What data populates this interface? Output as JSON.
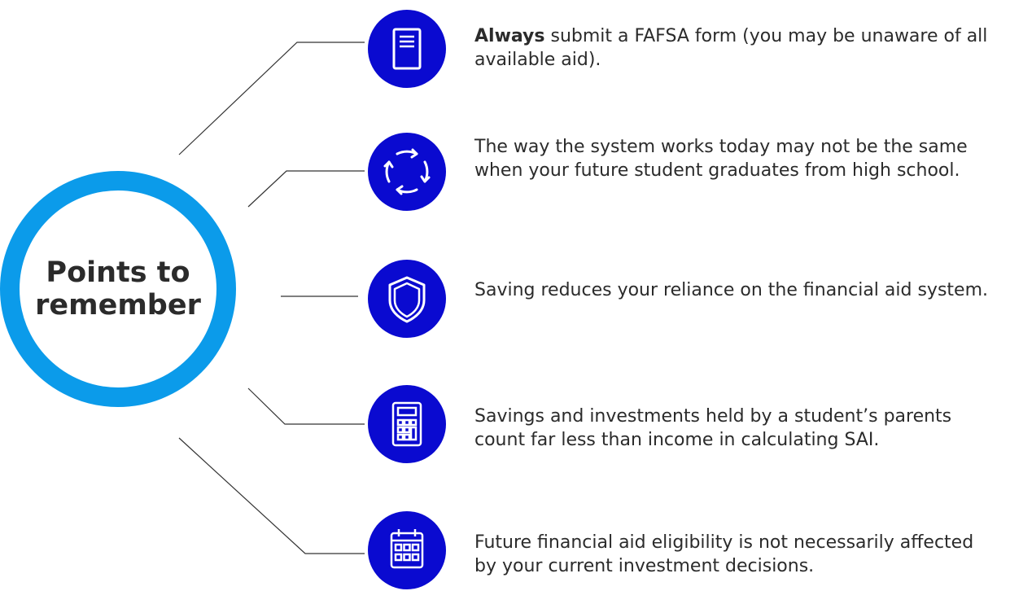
{
  "center": {
    "title": "Points to\nremember"
  },
  "points": [
    {
      "icon": "document-icon",
      "bold": "Always",
      "text": " submit a FAFSA form (you may be unaware of all available aid)."
    },
    {
      "icon": "cycle-arrows-icon",
      "bold": "",
      "text": "The way the system works today may not be the same when your future student graduates from high school."
    },
    {
      "icon": "shield-icon",
      "bold": "",
      "text": "Saving reduces your reliance on the financial aid system."
    },
    {
      "icon": "calculator-icon",
      "bold": "",
      "text": "Savings and investments held by a student’s parents count far less than income in calculating SAI."
    },
    {
      "icon": "calendar-icon",
      "bold": "",
      "text": "Future financial aid eligibility is not necessarily affected by your current investment decisions."
    }
  ],
  "colors": {
    "ring": "#0b9bea",
    "icon_bg": "#0a0ad0",
    "text": "#2b2b2b"
  }
}
